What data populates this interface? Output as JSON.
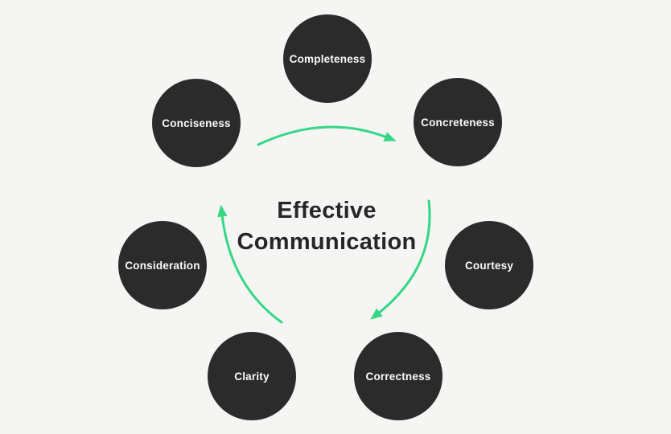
{
  "diagram": {
    "title_line1": "Effective",
    "title_line2": "Communication",
    "nodes": [
      {
        "label": "Completeness"
      },
      {
        "label": "Concreteness"
      },
      {
        "label": "Courtesy"
      },
      {
        "label": "Correctness"
      },
      {
        "label": "Clarity"
      },
      {
        "label": "Consideration"
      },
      {
        "label": "Conciseness"
      }
    ],
    "flow_direction": "clockwise",
    "colors": {
      "background": "#f5f5f3",
      "node_fill": "#2b2b2b",
      "node_text": "#fafafa",
      "title_text": "#262626",
      "arrow": "#35d785"
    }
  }
}
